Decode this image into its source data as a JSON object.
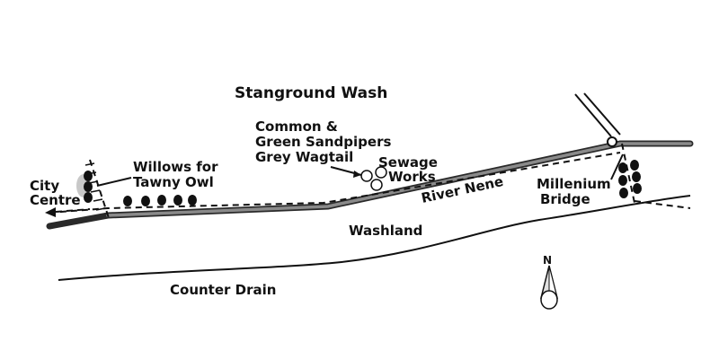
{
  "map": {
    "title": "Stanground Wash",
    "labels": {
      "city_centre_1": "City",
      "city_centre_2": "Centre",
      "willows_1": "Willows for",
      "willows_2": "Tawny Owl",
      "sandpipers_1": "Common &",
      "sandpipers_2": "Green Sandpipers",
      "sandpipers_3": "Grey Wagtail",
      "sewage_1": "Sewage",
      "sewage_2": "Works",
      "river": "River Nene",
      "millenium_1": "Millenium",
      "millenium_2": "Bridge",
      "washland": "Washland",
      "counter_drain": "Counter Drain",
      "north": "N"
    }
  }
}
